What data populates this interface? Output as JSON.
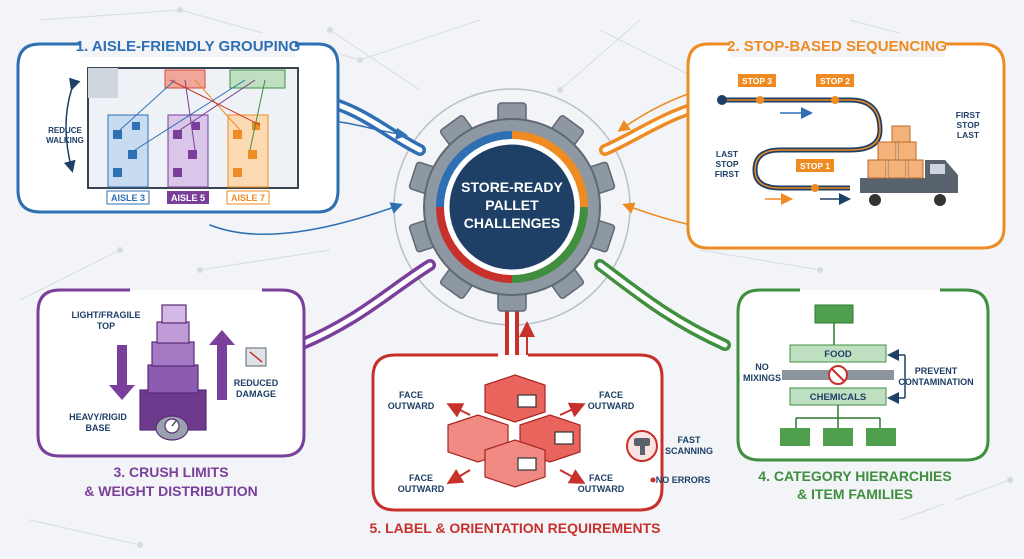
{
  "center": {
    "line1": "STORE-READY",
    "line2": "PALLET",
    "line3": "CHALLENGES"
  },
  "panel1": {
    "title": "1. AISLE-FRIENDLY GROUPING",
    "reduce_line1": "REDUCE",
    "reduce_line2": "WALKING",
    "aisles": [
      "AISLE 3",
      "AISLE 5",
      "AISLE 7"
    ]
  },
  "panel2": {
    "title": "2. STOP-BASED SEQUENCING",
    "stop3": "STOP 3",
    "stop2": "STOP 2",
    "stop1": "STOP 1",
    "first_line1": "FIRST",
    "first_line2": "STOP",
    "first_line3": "LAST",
    "last_line1": "LAST",
    "last_line2": "STOP",
    "last_line3": "FIRST"
  },
  "panel3": {
    "title_line1": "3. CRUSH LIMITS",
    "title_line2": "& WEIGHT DISTRIBUTION",
    "light_line1": "LIGHT/FRAGILE",
    "light_line2": "TOP",
    "heavy_line1": "HEAVY/RIGID",
    "heavy_line2": "BASE",
    "reduced_line1": "REDUCED",
    "reduced_line2": "DAMAGE"
  },
  "panel4": {
    "title_line1": "4. CATEGORY HIERARCHIES",
    "title_line2": "& ITEM FAMILIES",
    "food": "FOOD",
    "chemicals": "CHEMICALS",
    "no_line1": "NO",
    "no_line2": "MIXINGS",
    "prevent_line1": "PREVENT",
    "prevent_line2": "CONTAMINATION"
  },
  "panel5": {
    "title": "5. LABEL & ORIENTATION REQUIREMENTS",
    "face_line1": "FACE",
    "face_line2": "OUTWARD",
    "fast_line1": "FAST",
    "fast_line2": "SCANNING",
    "no_errors": "NO ERRORS"
  },
  "colors": {
    "blue": "#2f6fb3",
    "orange": "#ee8b22",
    "purple": "#7a3f9a",
    "green": "#3f8f3f",
    "red": "#c8302c",
    "navy": "#1e3f66",
    "gear": "#8e98a3"
  }
}
